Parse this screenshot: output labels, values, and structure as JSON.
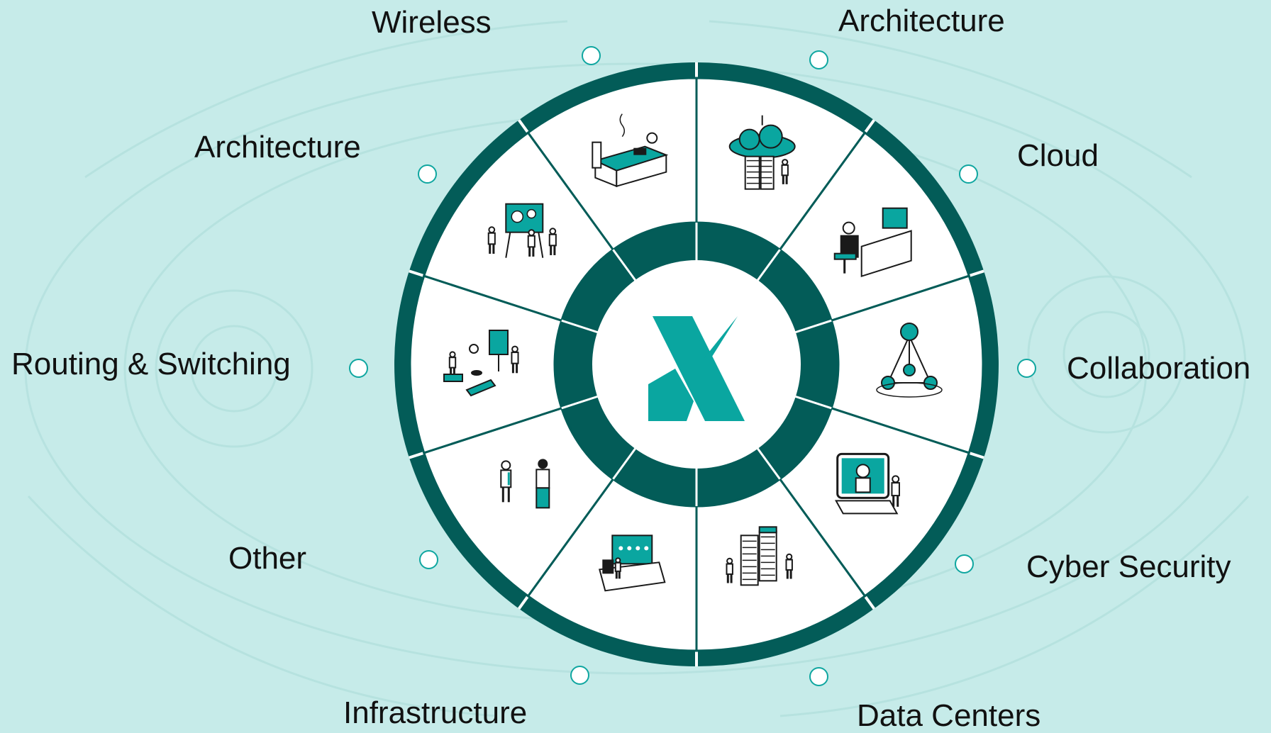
{
  "diagram": {
    "colors": {
      "background": "#c6ebe9",
      "ring": "#035c58",
      "accent": "#0aa6a0",
      "segment_fill": "#ffffff",
      "line_art": "#1a1a1a"
    },
    "center_logo": {
      "icon": "x-brand-logo-icon"
    },
    "segments": [
      {
        "label": "Architecture",
        "icon": "cloud-server-icon"
      },
      {
        "label": "Cloud",
        "icon": "desk-workstation-icon"
      },
      {
        "label": "Collaboration",
        "icon": "network-nodes-icon"
      },
      {
        "label": "Cyber Security",
        "icon": "video-call-icon"
      },
      {
        "label": "Data Centers",
        "icon": "server-racks-icon"
      },
      {
        "label": "Infrastructure",
        "icon": "control-panel-icon"
      },
      {
        "label": "Other",
        "icon": "people-talking-icon"
      },
      {
        "label": "Routing & Switching",
        "icon": "team-meeting-icon"
      },
      {
        "label": "Architecture",
        "icon": "presentation-board-icon"
      },
      {
        "label": "Wireless",
        "icon": "sofa-laptop-icon"
      }
    ]
  }
}
